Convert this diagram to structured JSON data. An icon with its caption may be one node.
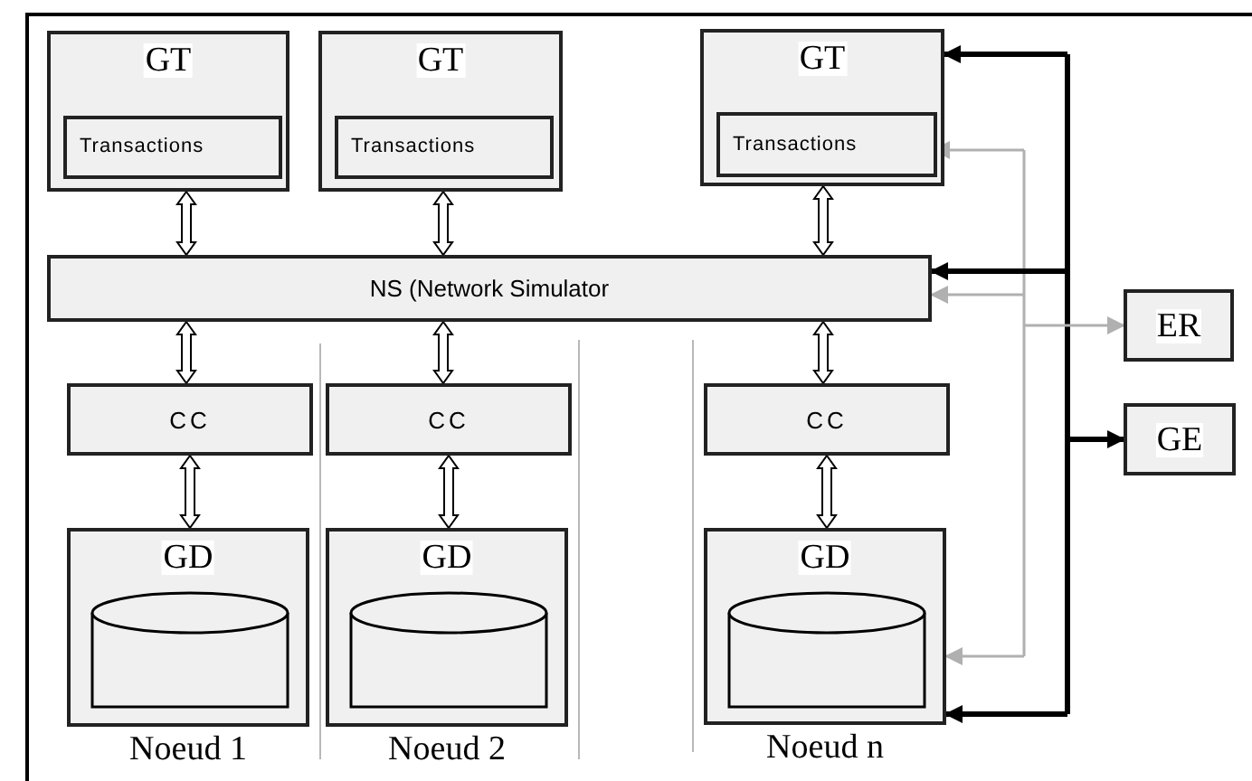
{
  "diagram": {
    "nodes": [
      {
        "text": [
          "GT"
        ]
      },
      {
        "text": [
          "Transactions"
        ],
        "in": 0
      },
      {
        "text": [
          "GT"
        ]
      },
      {
        "text": [
          "Transactions"
        ],
        "in": 2
      },
      {
        "text": [
          "GT"
        ]
      },
      {
        "text": [
          "Transactions"
        ],
        "in": 4
      },
      {
        "text": [
          "NS (Network Simulator"
        ]
      },
      {
        "text": [
          "CC"
        ]
      },
      {
        "text": [
          "GD"
        ],
        "beside": [
          "Noeud 1"
        ]
      },
      {
        "text": [
          "CC"
        ]
      },
      {
        "text": [
          "GD"
        ],
        "beside": [
          "Noeud 2"
        ]
      },
      {
        "text": [
          "CC"
        ]
      },
      {
        "text": [
          "GD"
        ],
        "beside": [
          "Noeud n"
        ]
      },
      {
        "text": [
          "ER"
        ]
      },
      {
        "text": [
          "GE"
        ]
      }
    ],
    "edges": [
      {
        "from": 0,
        "to": 6,
        "arrow": "both"
      },
      {
        "from": 2,
        "to": 6,
        "arrow": "both"
      },
      {
        "from": 4,
        "to": 6,
        "arrow": "both"
      },
      {
        "from": 6,
        "to": 7,
        "arrow": "both"
      },
      {
        "from": 6,
        "to": 9,
        "arrow": "both"
      },
      {
        "from": 6,
        "to": 11,
        "arrow": "both"
      },
      {
        "from": 7,
        "to": 8,
        "arrow": "both"
      },
      {
        "from": 9,
        "to": 10,
        "arrow": "both"
      },
      {
        "from": 11,
        "to": 12,
        "arrow": "both"
      },
      {
        "from": null,
        "to": 4,
        "arrow": "to",
        "style": "thick"
      },
      {
        "from": null,
        "to": 6,
        "arrow": "to",
        "style": "thick"
      },
      {
        "from": null,
        "to": 14,
        "arrow": "to",
        "style": "thick"
      },
      {
        "from": null,
        "to": 12,
        "arrow": "to",
        "style": "thick"
      },
      {
        "from": null,
        "to": 5,
        "arrow": "to",
        "color": "#b0b0b0"
      },
      {
        "from": null,
        "to": 6,
        "arrow": "to",
        "color": "#b0b0b0"
      },
      {
        "from": null,
        "to": 13,
        "arrow": "to",
        "color": "#b0b0b0"
      },
      {
        "from": null,
        "to": 12,
        "arrow": "to",
        "color": "#b0b0b0"
      }
    ]
  }
}
